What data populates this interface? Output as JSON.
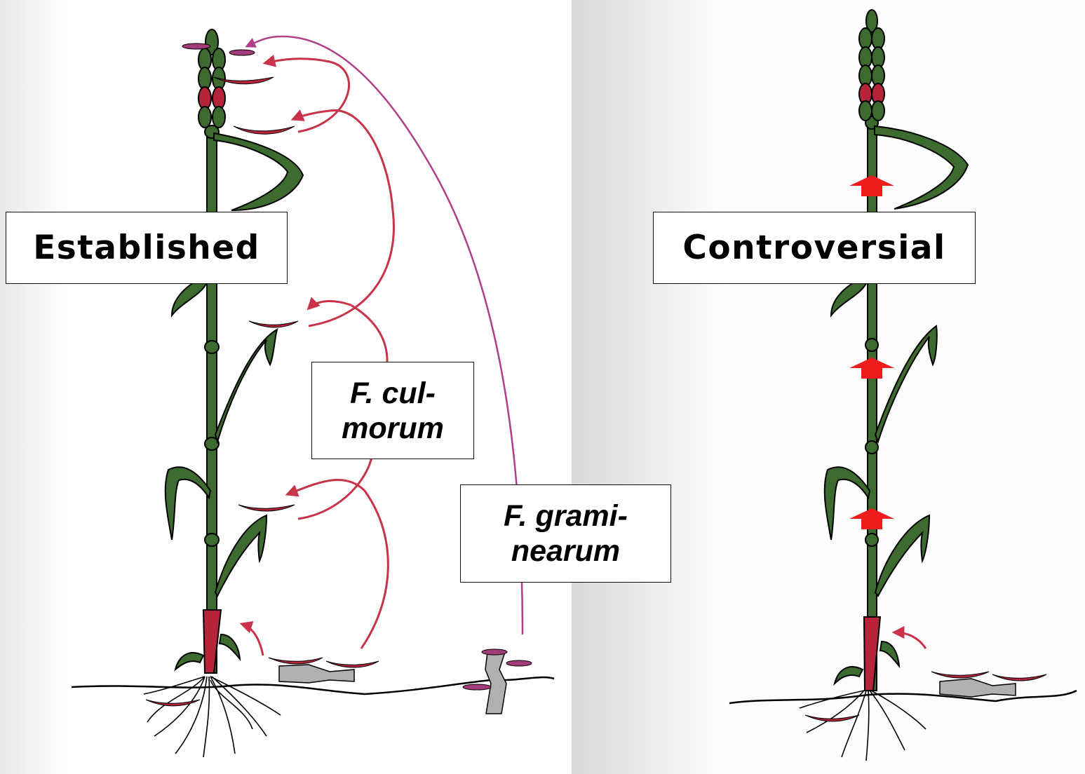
{
  "panels": {
    "left": {
      "label": "Established"
    },
    "right": {
      "label": "Controversial"
    }
  },
  "pathogens": [
    {
      "line1": "F. cul-",
      "line2": "morum"
    },
    {
      "line1": "F. grami-",
      "line2": "nearum"
    }
  ],
  "colors": {
    "stem": "#3d6a2e",
    "outline": "#000000",
    "infected": "#b5243a",
    "culmorum_arrow": "#c8334a",
    "graminearum_arrow": "#b03e8a",
    "debris": "#b0b0b0",
    "red_arrow": "#ee1c1c"
  }
}
